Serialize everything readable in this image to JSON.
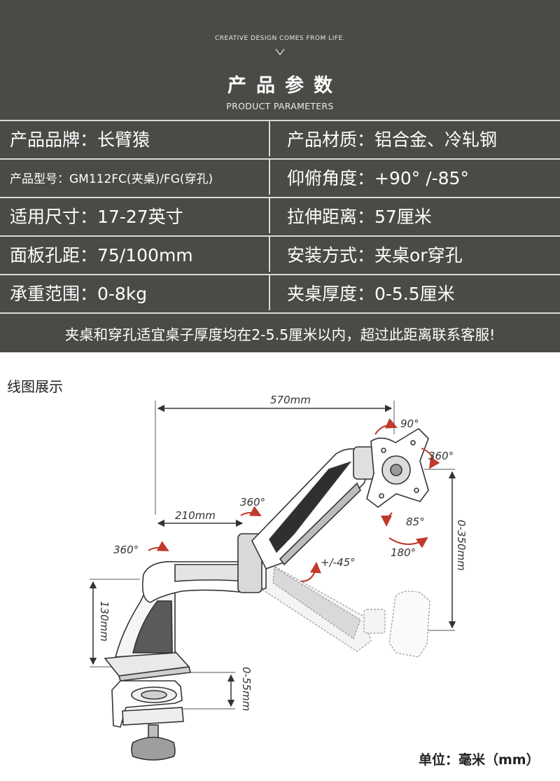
{
  "header": {
    "tagline": "CREATIVE DESIGN COMES FROM LIFE.",
    "title_cn": "产品参数",
    "title_en": "PRODUCT PARAMETERS"
  },
  "specs": [
    {
      "left": "产品品牌：长臂猿",
      "right": "产品材质：铝合金、冷轧钢"
    },
    {
      "left": "产品型号：GM112FC(夹桌)/FG(穿孔)",
      "right": "仰俯角度：+90° /-85°"
    },
    {
      "left": "适用尺寸：17-27英寸",
      "right": "拉伸距离：57厘米"
    },
    {
      "left": "面板孔距：75/100mm",
      "right": "安装方式：夹桌or穿孔"
    },
    {
      "left": "承重范围：0-8kg",
      "right": "夹桌厚度：0-5.5厘米"
    }
  ],
  "note": "夹桌和穿孔适宜桌子厚度均在2-5.5厘米以内，超过此距离联系客服!",
  "diagram": {
    "heading": "线图展示",
    "labels": {
      "width_570": "570mm",
      "width_210": "210mm",
      "rot_90": "90°",
      "rot_360_head": "360°",
      "rot_360_mid": "360°",
      "rot_360_base": "360°",
      "tilt_85": "85°",
      "rot_180": "180°",
      "arm_45": "+/-45°",
      "height_350": "0-350mm",
      "height_130": "130mm",
      "clamp_55": "0-55mm"
    },
    "unit": "单位：毫米（mm）"
  },
  "colors": {
    "panel": "#4b4a47",
    "divider": "#d9d9d9",
    "arrow_red": "#c0392b"
  }
}
